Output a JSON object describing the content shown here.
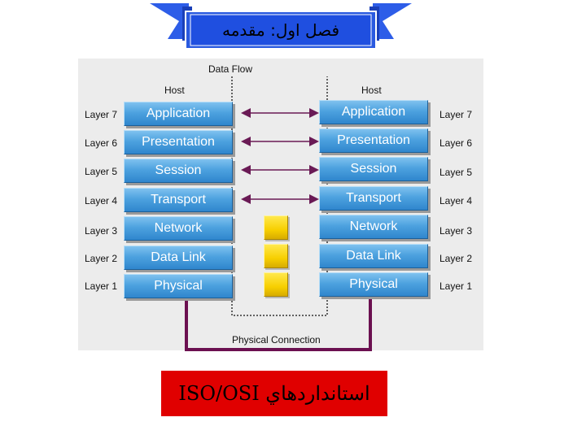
{
  "banner": {
    "title": "فصل اول: مقدمه"
  },
  "diagram": {
    "data_flow_label": "Data Flow",
    "left_host_label": "Host",
    "right_host_label": "Host",
    "physical_connection_label": "Physical Connection",
    "layers": [
      {
        "number_label": "Layer 7",
        "name": "Application"
      },
      {
        "number_label": "Layer 6",
        "name": "Presentation"
      },
      {
        "number_label": "Layer 5",
        "name": "Session"
      },
      {
        "number_label": "Layer 4",
        "name": "Transport"
      },
      {
        "number_label": "Layer 3",
        "name": "Network"
      },
      {
        "number_label": "Layer 2",
        "name": "Data Link"
      },
      {
        "number_label": "Layer 1",
        "name": "Physical"
      }
    ]
  },
  "footer": {
    "title": "استانداردهاي ISO/OSI"
  },
  "colors": {
    "banner_blue": "#1f4fe0",
    "layer_blue": "#3d95d8",
    "connection_purple": "#6b1050",
    "arrow_purple": "#6a1a55",
    "yellow_block": "#f7cf00",
    "footer_red": "#e00000"
  }
}
